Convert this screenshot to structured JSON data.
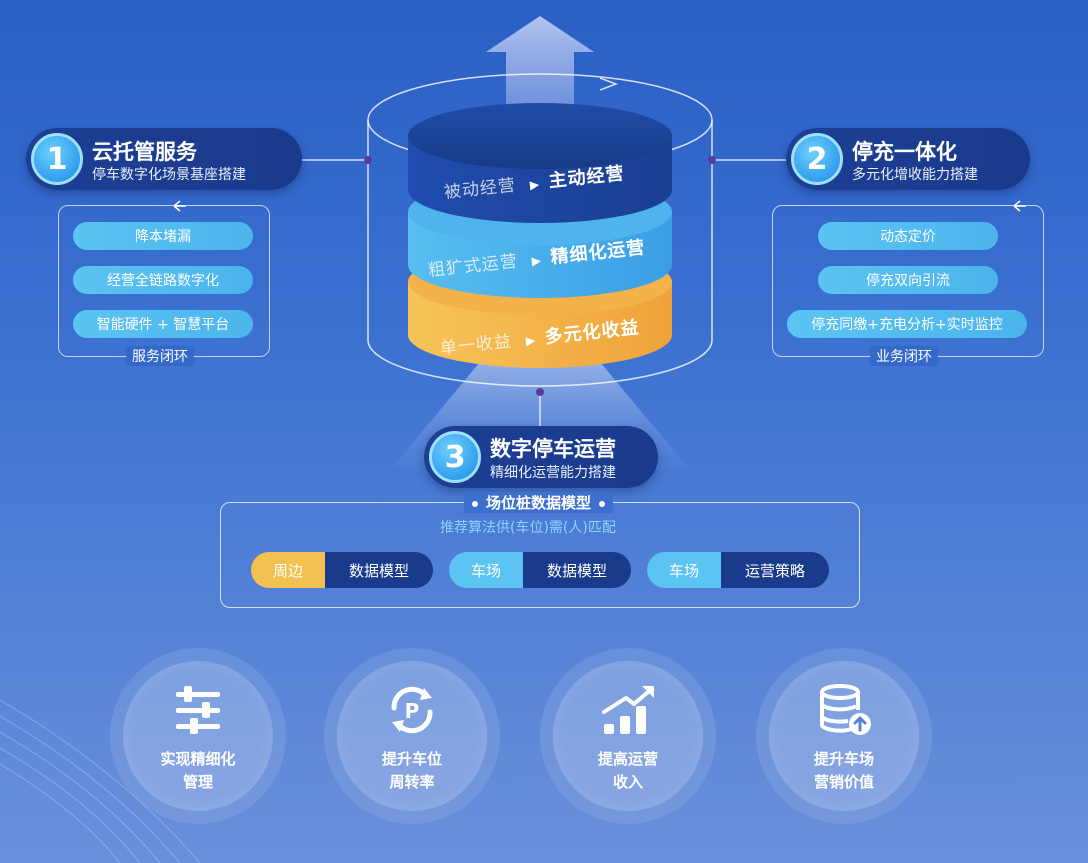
{
  "section1": {
    "number": "1",
    "title": "云托管服务",
    "subtitle": "停车数字化场景基座搭建",
    "items": [
      "降本堵漏",
      "经营全链路数字化",
      "智能硬件 + 智慧平台"
    ],
    "caption": "服务闭环"
  },
  "section2": {
    "number": "2",
    "title": "停充一体化",
    "subtitle": "多元化增收能力搭建",
    "items": [
      "动态定价",
      "停充双向引流",
      "停充同缴+充电分析+实时监控"
    ],
    "caption": "业务闭环"
  },
  "section3": {
    "number": "3",
    "title": "数字停车运营",
    "subtitle": "精细化运营能力搭建"
  },
  "cylinder": {
    "layers": [
      {
        "from": "被动经营",
        "to": "主动经营"
      },
      {
        "from": "粗犷式运营",
        "to": "精细化运营"
      },
      {
        "from": "单一收益",
        "to": "多元化收益"
      }
    ]
  },
  "model": {
    "title": "场位桩数据模型",
    "subtitle": "推荐算法供(车位)需(人)匹配",
    "pairs": [
      {
        "left": "周边",
        "right": "数据模型",
        "left_color": "#f2c150"
      },
      {
        "left": "车场",
        "right": "数据模型",
        "left_color": "#5cc4f2"
      },
      {
        "left": "车场",
        "right": "运营策略",
        "left_color": "#5cc4f2"
      }
    ]
  },
  "benefits": [
    {
      "line1": "实现精细化",
      "line2": "管理",
      "icon": "sliders-icon"
    },
    {
      "line1": "提升车位",
      "line2": "周转率",
      "icon": "parking-cycle-icon"
    },
    {
      "line1": "提高运营",
      "line2": "收入",
      "icon": "growth-chart-icon"
    },
    {
      "line1": "提升车场",
      "line2": "营销价值",
      "icon": "database-up-icon"
    }
  ],
  "colors": {
    "dark_navy": "#1a3a8c",
    "light_blue": "#5cc4f2",
    "orange": "#f2a640",
    "background": "#3468c9"
  }
}
